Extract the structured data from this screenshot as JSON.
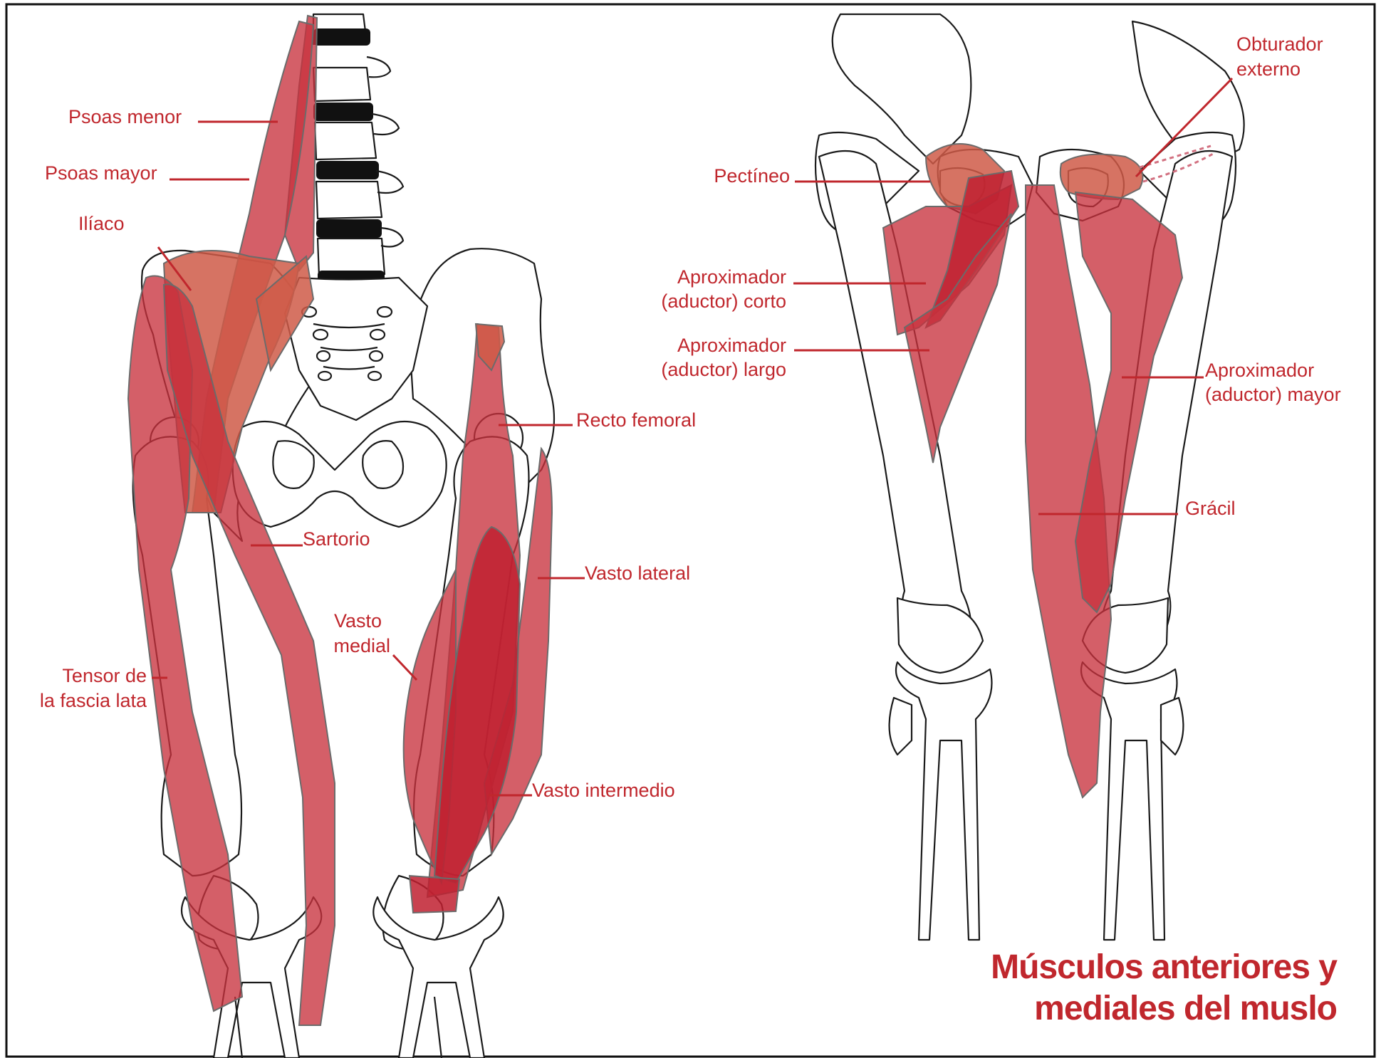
{
  "colors": {
    "label": "#c0272d",
    "muscle": "#c8323e",
    "muscle_dark": "#c02030",
    "muscle_orange": "#cf5a48",
    "bone_outline": "#1a1a1a"
  },
  "labels": {
    "psoas_menor": "Psoas menor",
    "psoas_mayor": "Psoas mayor",
    "iliaco": "Ilíaco",
    "sartorio": "Sartorio",
    "tensor_1": "Tensor de",
    "tensor_2": "la fascia lata",
    "recto_femoral": "Recto femoral",
    "vasto_lateral": "Vasto lateral",
    "vasto_medial_1": "Vasto",
    "vasto_medial_2": "medial",
    "vasto_intermedio": "Vasto intermedio",
    "pectineo": "Pectíneo",
    "aprox_corto_1": "Aproximador",
    "aprox_corto_2": "(aductor) corto",
    "aprox_largo_1": "Aproximador",
    "aprox_largo_2": "(aductor) largo",
    "obturador_1": "Obturador",
    "obturador_2": "externo",
    "aprox_mayor_1": "Aproximador",
    "aprox_mayor_2": "(aductor) mayor",
    "gracil": "Grácil"
  },
  "title": {
    "line1": "Músculos anteriores y",
    "line2": "mediales del muslo"
  }
}
